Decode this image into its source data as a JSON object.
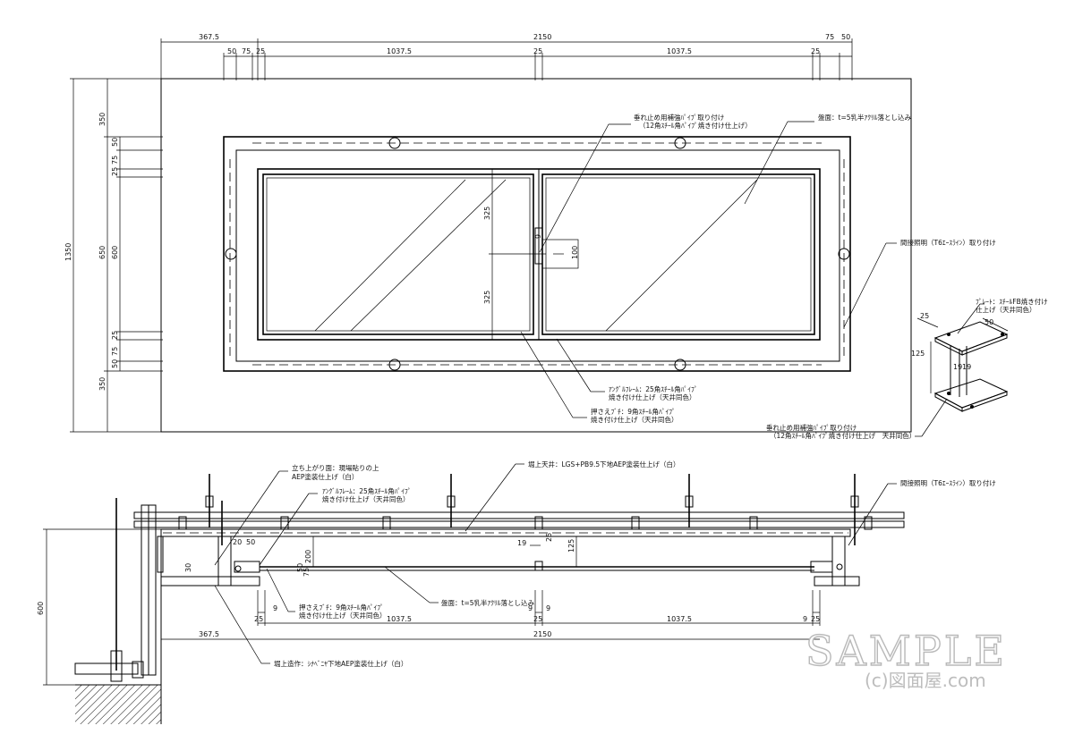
{
  "plan": {
    "dims_top": {
      "left_offset": "367.5",
      "overall": "2150",
      "d50a": "50",
      "d75a": "75",
      "d25a": "25",
      "half_left": "1037.5",
      "d25_mid": "25",
      "half_right": "1037.5",
      "d25b": "25",
      "d75b": "75",
      "d50b": "50"
    },
    "dims_left": {
      "overall": "1350",
      "top_350": "350",
      "d50a": "50",
      "d75a": "75",
      "d25a": "25",
      "inner_650": "650",
      "inner_600": "600",
      "d25b": "25",
      "d75b": "75",
      "d50b": "50",
      "bottom_350": "350"
    },
    "dims_inner": {
      "upper_325": "325",
      "lower_325": "325",
      "d100": "100",
      "d9": "9"
    },
    "labels": {
      "pipe_l1": "垂れ止め用補強ﾊﾟｲﾌﾟ取り付け",
      "pipe_l2": "（12角ｽﾁｰﾙ角ﾊﾟｲﾌﾟ焼き付け仕上げ）",
      "panel": "盤面：t=5乳半ｱｸﾘﾙ落とし込み",
      "light": "間接照明（T6ｴｰｽﾗｲﾝ）取り付け",
      "frame_l1": "ｱﾝｸﾞﾙﾌﾚｰﾑ：25角ｽﾁｰﾙ角ﾊﾟｲﾌﾟ",
      "frame_l2": "焼き付け仕上げ（天井同色）",
      "press_l1": "押さえﾌﾞﾁ：9角ｽﾁｰﾙ角ﾊﾟｲﾌﾟ",
      "press_l2": "焼き付け仕上げ（天井同色）"
    }
  },
  "detail": {
    "plate_l1": "ﾌﾟﾚｰﾄ：ｽﾁｰﾙFB焼き付け",
    "plate_l2": "仕上げ（天井同色）",
    "d25": "25",
    "d50": "50",
    "d125": "125",
    "d19a": "19",
    "d19b": "19",
    "pipe_l1": "垂れ止め用補強ﾊﾟｲﾌﾟ取り付け",
    "pipe_l2": "（12角ｽﾁｰﾙ角ﾊﾟｲﾌﾟ焼き付け仕上げ　天井同色）"
  },
  "section": {
    "labels": {
      "riser_l1": "立ち上がり面：現場貼りの上",
      "riser_l2": "AEP塗装仕上げ（白）",
      "frame_l1": "ｱﾝｸﾞﾙﾌﾚｰﾑ：25角ｽﾁｰﾙ角ﾊﾟｲﾌﾟ",
      "frame_l2": "焼き付け仕上げ（天井同色）",
      "ceiling": "堀上天井：LGS+PB9.5下地AEP塗装仕上げ（白）",
      "light": "間接照明（T6ｴｰｽﾗｲﾝ）取り付け",
      "press_l1": "押さえﾌﾞﾁ：9角ｽﾁｰﾙ角ﾊﾟｲﾌﾟ",
      "press_l2": "焼き付け仕上げ（天井同色）",
      "panel": "盤面：t=5乳半ｱｸﾘﾙ落とし込み",
      "soffit": "堀上造作：ｼﾅﾍﾞﾆﾔ下地AEP塗装仕上げ（白）"
    },
    "dims": {
      "d600": "600",
      "d30": "30",
      "d50": "50",
      "d20": "20",
      "d200": "200",
      "d50b": "50",
      "d75": "75",
      "d19": "19",
      "d25": "25",
      "d125": "125",
      "d9a": "9",
      "d9b": "9",
      "d9c": "9",
      "d9d": "9",
      "d25a": "25",
      "d25b": "25",
      "d25c": "25",
      "half_left": "1037.5",
      "half_right": "1037.5",
      "left_offset": "367.5",
      "overall": "2150"
    }
  },
  "watermark": {
    "title": "SAMPLE",
    "sub": "(c)図面屋.com"
  }
}
